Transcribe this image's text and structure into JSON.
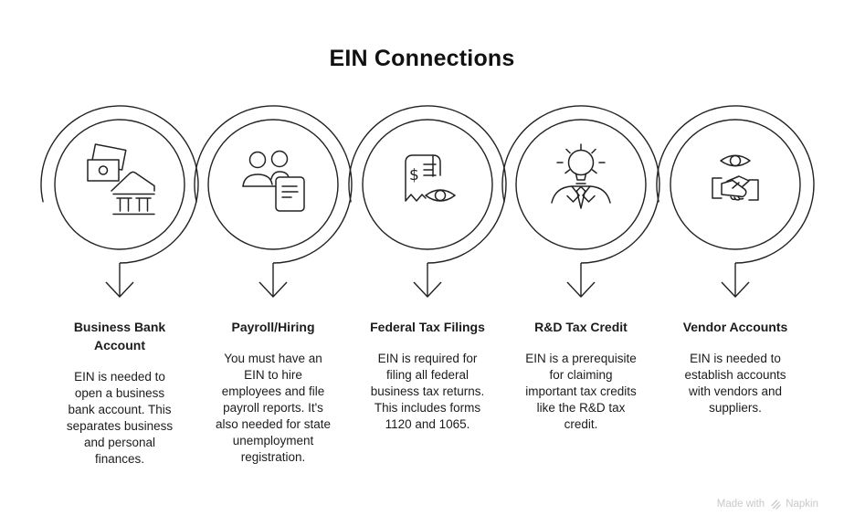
{
  "title": "EIN Connections",
  "items": [
    {
      "id": "business-bank-account",
      "icon": "bank-cash-icon",
      "title": "Business Bank\nAccount",
      "description": "EIN is needed to\nopen a business\nbank account. This\nseparates business\nand personal\nfinances."
    },
    {
      "id": "payroll-hiring",
      "icon": "employees-document-icon",
      "title": "Payroll/Hiring",
      "description": "You must have an\nEIN to hire\nemployees and file\npayroll reports. It's\nalso needed for state\nunemployment\nregistration."
    },
    {
      "id": "federal-tax-filings",
      "icon": "receipt-eye-icon",
      "icon_symbol": "$",
      "title": "Federal Tax Filings",
      "description": "EIN is required for\nfiling all federal\nbusiness tax returns.\nThis includes forms\n1120 and 1065."
    },
    {
      "id": "rd-tax-credit",
      "icon": "idea-person-icon",
      "title": "R&D Tax Credit",
      "description": "EIN is a prerequisite\nfor claiming\nimportant tax credits\nlike the R&D tax\ncredit."
    },
    {
      "id": "vendor-accounts",
      "icon": "eye-handshake-icon",
      "title": "Vendor Accounts",
      "description": "EIN is needed to\nestablish accounts\nwith vendors and\nsuppliers."
    }
  ],
  "watermark": {
    "prefix": "Made with",
    "brand": "Napkin"
  },
  "colors": {
    "stroke": "#222222",
    "text": "#1c1c1c",
    "background": "#ffffff",
    "watermark": "#c9c9c9"
  }
}
